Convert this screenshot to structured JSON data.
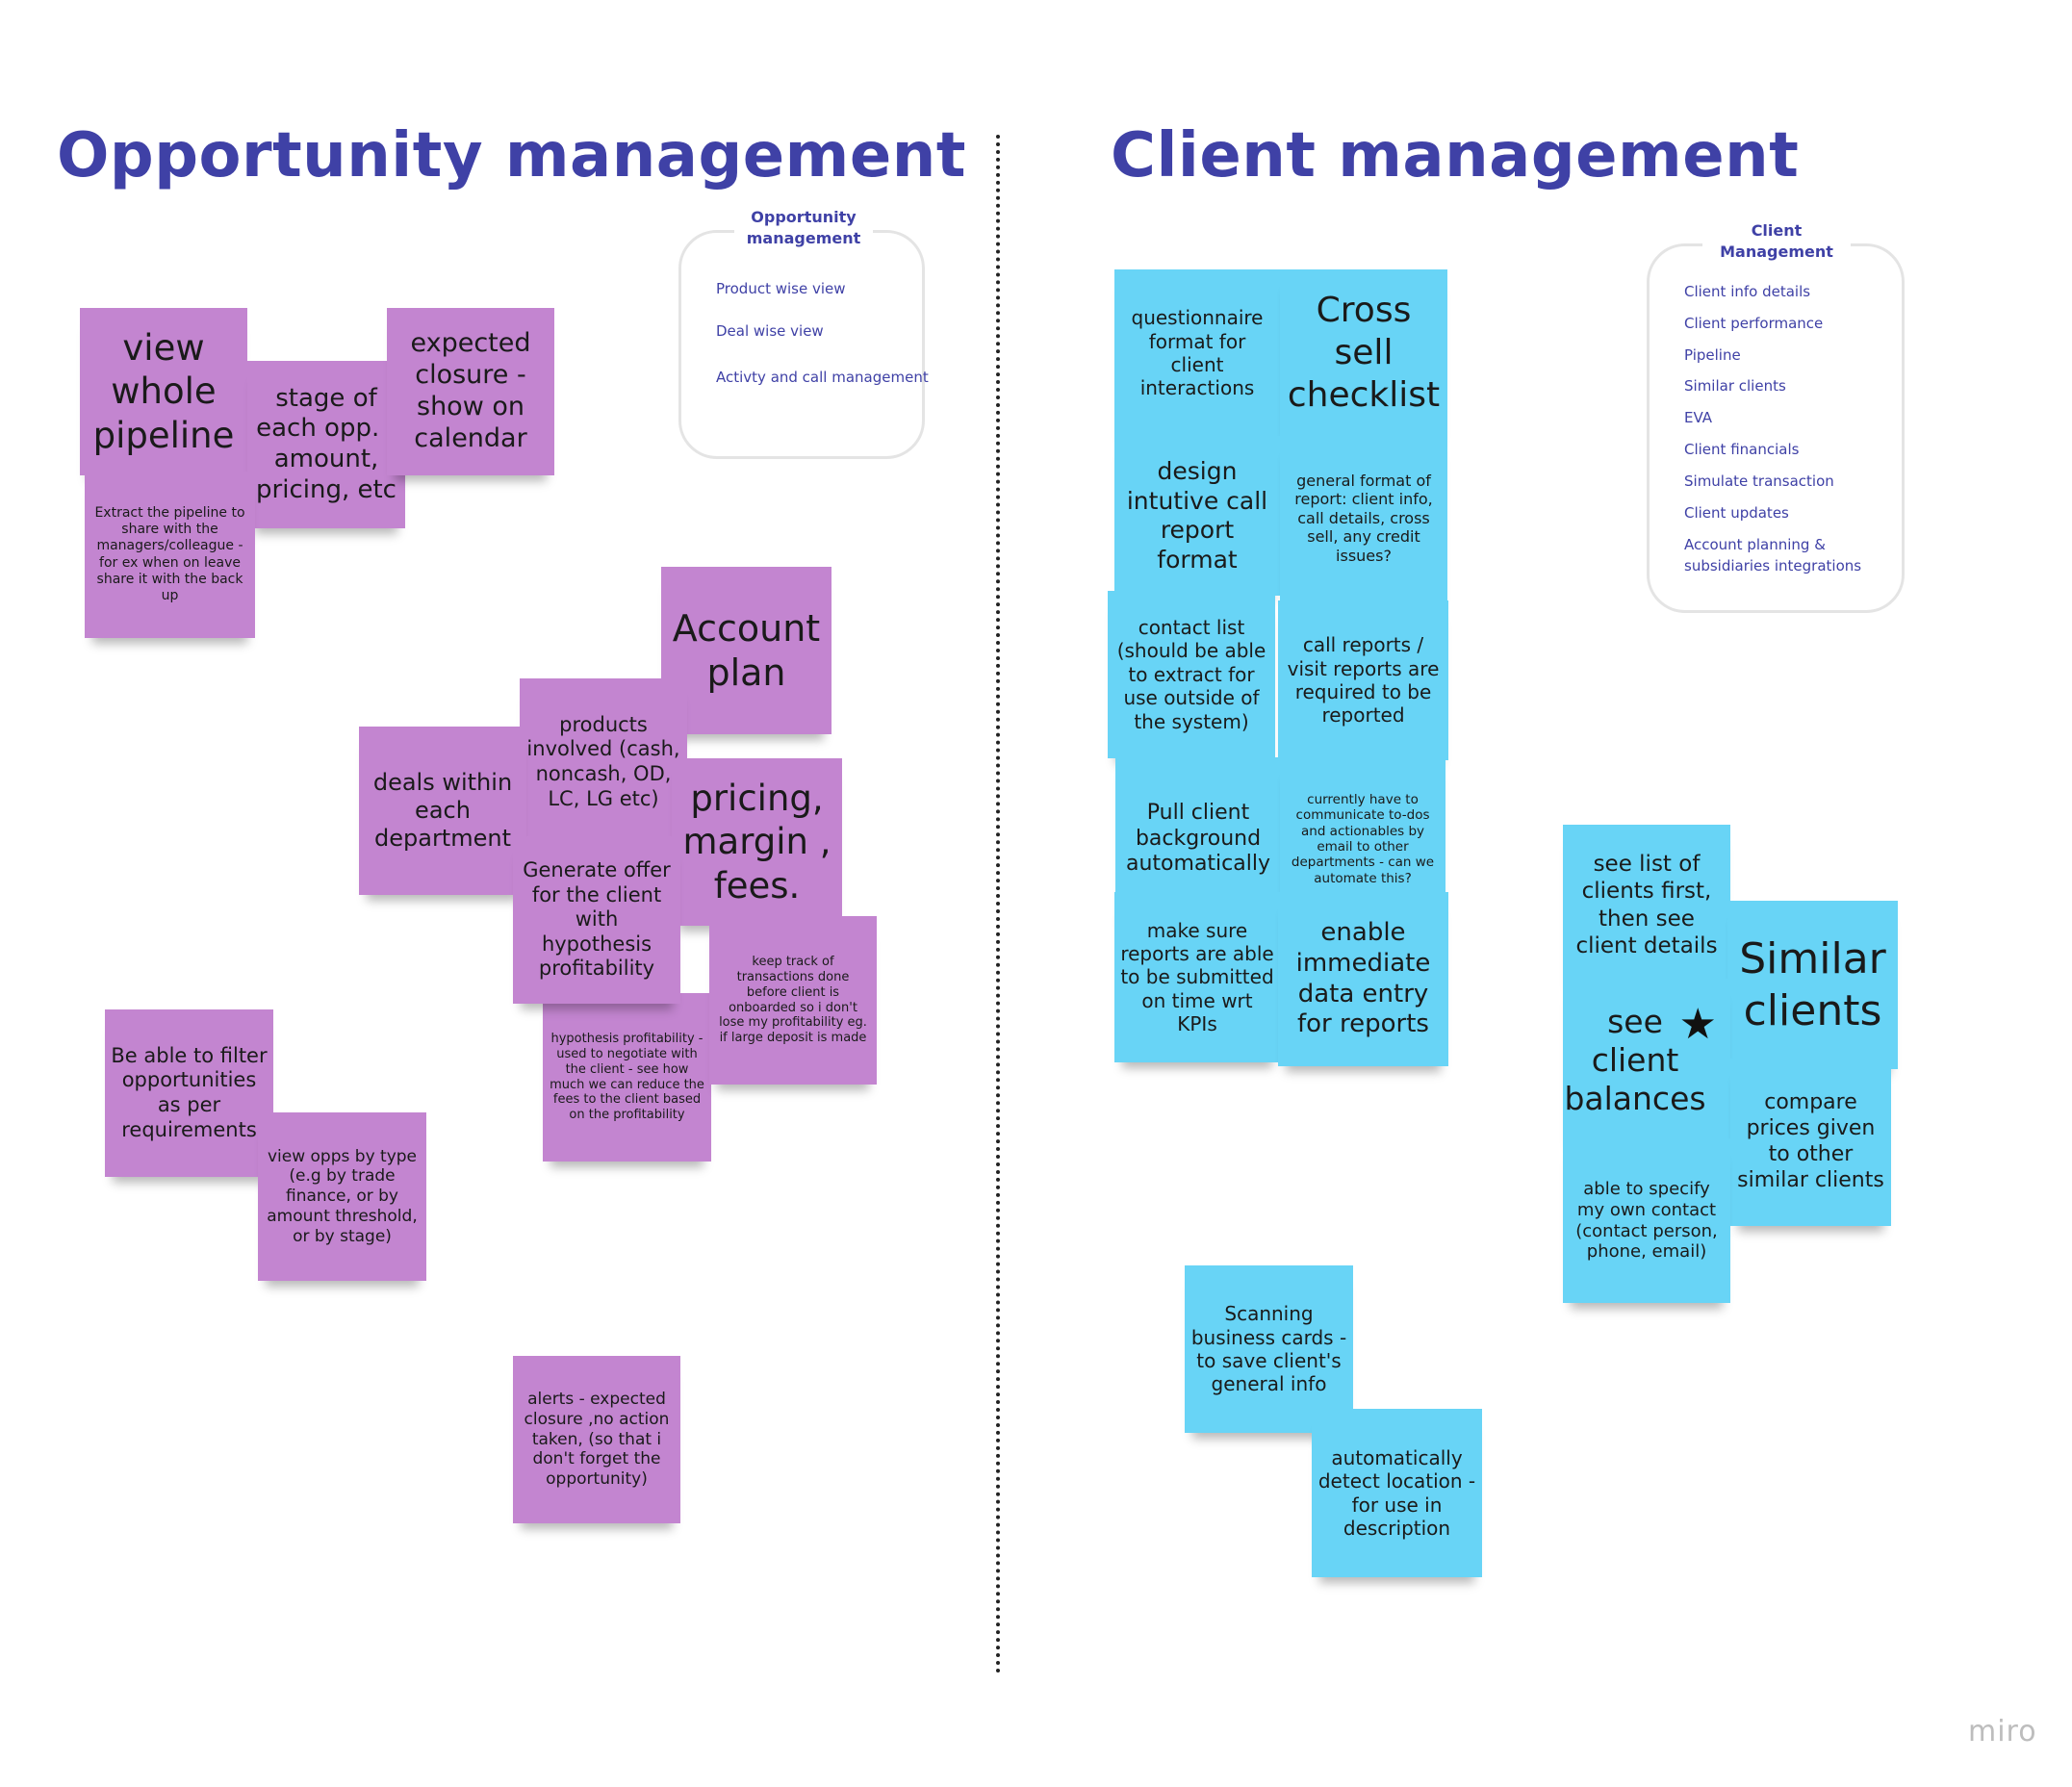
{
  "left": {
    "title": "Opportunity management",
    "frame": {
      "title": "Opportunity management",
      "items": [
        "Product wise view",
        "Deal wise view",
        "Activty and call management"
      ]
    },
    "notes": [
      "view whole pipeline",
      "stage of each opp. - amount, pricing, etc",
      "expected closure - show on calendar",
      "Extract the pipeline to share with the managers/colleague - for ex when on leave share it with the back up",
      "Account plan",
      "products involved (cash, noncash, OD, LC, LG etc)",
      "deals within each department",
      "pricing, margin , fees.",
      "Generate offer for the client with hypothesis profitability",
      "keep track of transactions done before client is onboarded so i don't lose my profitability eg. if large deposit is made",
      "hypothesis profitability - used to negotiate with the client - see how much we can reduce the fees to the client based on the profitability",
      "Be able to filter opportunities as per requirements",
      "view opps by type (e.g by trade finance, or by amount threshold, or by stage)",
      "alerts - expected closure ,no action taken, (so that i don't forget the opportunity)"
    ]
  },
  "right": {
    "title": "Client management",
    "frame": {
      "title": "Client Management",
      "items": [
        "Client info details",
        "Client performance",
        "Pipeline",
        "Similar clients",
        "EVA",
        "Client financials",
        "Simulate transaction",
        "Client updates",
        "Account planning  & subsidiaries integrations"
      ]
    },
    "notes": [
      "questionnaire format for client interactions",
      "Cross sell checklist",
      "design intutive call report format",
      "general format of report: client info, call details, cross sell, any credit issues?",
      "contact list (should be able to extract for use outside of the system)",
      "call reports  /  visit reports are required to be reported",
      "Pull client background automatically",
      "currently have to communicate to-dos and actionables by email to other departments - can we automate this?",
      "make sure reports are able to be submitted on time wrt KPIs",
      "enable immediate data entry for reports",
      "see list of clients first, then see client details",
      "Similar clients",
      "see client balances",
      "compare prices given to other similar clients",
      "able to specify my own contact (contact person, phone, email)",
      "Scanning business cards - to save client's general info",
      "automatically detect location - for use in description"
    ]
  },
  "brand": "miro",
  "colors": {
    "heading": "#3f41a6",
    "purple_note": "#c385d0",
    "blue_note": "#68d4f6"
  }
}
